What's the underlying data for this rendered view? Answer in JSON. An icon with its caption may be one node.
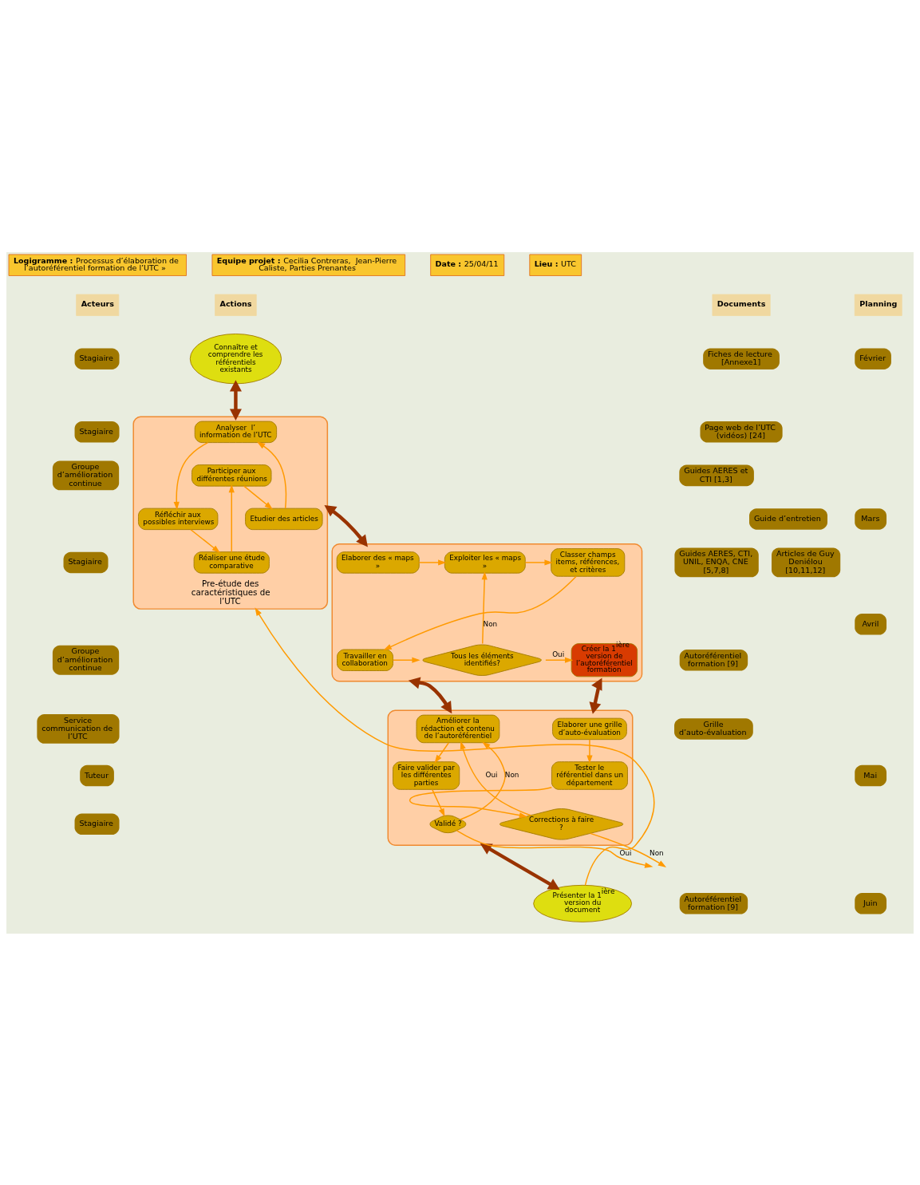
{
  "diagram": {
    "nodes": [
      {
        "text": [
          "Connaître et comprendre les référentiels existants"
        ]
      },
      {
        "text": [
          "Pre-étude des caractéristiques de l’UTC"
        ]
      },
      {
        "text": [
          "Analyser  l’ information de l’UTC"
        ],
        "in": 1
      },
      {
        "text": [
          "Réfléchir aux possibles interviews"
        ],
        "in": 1
      },
      {
        "text": [
          "Réaliser une étude comparative"
        ],
        "in": 1
      },
      {
        "text": [
          "Participer aux différentes réunions"
        ],
        "in": 1
      },
      {
        "text": [
          "Etudier des articles"
        ],
        "in": 1
      },
      {
        "text": [],
        "shape": "box"
      },
      {
        "text": [
          "Elaborer des « maps »"
        ],
        "in": 7
      },
      {
        "text": [
          "Exploiter les « maps »"
        ],
        "in": 7
      },
      {
        "text": [
          "Classer champs items, références, et critères"
        ],
        "in": 7
      },
      {
        "text": [
          "Travailler en collaboration"
        ],
        "in": 7
      },
      {
        "text": [
          "Tous les éléments identifiés?"
        ],
        "in": 7
      },
      {
        "text": [
          "Créer la 1$^{ière}$ version de l’autoréférentiel formation"
        ],
        "in": 7
      },
      {
        "text": [],
        "shape": "box"
      },
      {
        "text": [
          "Améliorer la rédaction et contenu de l’autoréférentiel"
        ],
        "in": 14
      },
      {
        "text": [
          "Faire valider par les différentes parties"
        ],
        "in": 14
      },
      {
        "text": [
          "Validé ?"
        ],
        "in": 14
      },
      {
        "text": [
          "Elaborer une grille d’auto-évaluation"
        ],
        "in": 14
      },
      {
        "text": [
          "Tester le référentiel dans un département"
        ],
        "in": 14
      },
      {
        "text": [
          "Corrections à faire ?"
        ],
        "in": 14
      },
      {
        "text": [
          "Présenter la 1$^{ière}$ version du document"
        ]
      }
    ],
    "edges": [
      {
        "from": 0,
        "to": 1,
        "arrow": "both",
        "style": "thick",
        "color": "#993300"
      },
      {
        "from": 2,
        "to": 3,
        "arrow": "to"
      },
      {
        "from": 3,
        "to": 4,
        "arrow": "to"
      },
      {
        "from": 4,
        "to": 5,
        "arrow": "to"
      },
      {
        "from": 5,
        "to": 6,
        "arrow": "to"
      },
      {
        "from": 6,
        "to": 2,
        "arrow": "to"
      },
      {
        "from": 1,
        "to": 7,
        "arrow": "both",
        "style": "thick",
        "color": "#993300"
      },
      {
        "from": 8,
        "to": 9,
        "arrow": "to"
      },
      {
        "from": 9,
        "to": 10,
        "arrow": "to"
      },
      {
        "from": 10,
        "to": 11,
        "arrow": "to"
      },
      {
        "from": 11,
        "to": 12,
        "arrow": "to"
      },
      {
        "from": 12,
        "to": 9,
        "arrow": "to",
        "label": "Non"
      },
      {
        "from": 12,
        "to": 13,
        "arrow": "to",
        "label": "Oui"
      },
      {
        "from": 7,
        "to": 14,
        "arrow": "both",
        "style": "thick",
        "color": "#993300"
      },
      {
        "from": 7,
        "to": 14,
        "arrow": "both",
        "style": "thick",
        "color": "#993300"
      },
      {
        "from": 15,
        "to": 16,
        "arrow": "to"
      },
      {
        "from": 16,
        "to": 17,
        "arrow": "to"
      },
      {
        "from": 17,
        "to": 15,
        "arrow": "to",
        "label": "Non"
      },
      {
        "from": 17,
        "to": null,
        "arrow": "to",
        "label": "Oui"
      },
      {
        "from": 18,
        "to": 19,
        "arrow": "to"
      },
      {
        "from": 19,
        "to": 20,
        "arrow": "to"
      },
      {
        "from": 20,
        "to": 15,
        "arrow": "to",
        "label": "Oui"
      },
      {
        "from": 20,
        "to": null,
        "arrow": "to",
        "label": "Non"
      },
      {
        "from": 14,
        "to": 21,
        "arrow": "both",
        "style": "thick",
        "color": "#993300"
      },
      {
        "from": 21,
        "to": 1,
        "arrow": "to"
      }
    ],
    "labels": [
      "**Logigramme :** Processus d’élaboration de l’autoréférentiel formation de l’UTC »",
      "**Equipe projet :** Cecilia Contreras,  Jean-Pierre Caliste, Parties Prenantes",
      "**Date :** 25/04/11",
      "**Lieu :** UTC",
      "Acteurs",
      "Actions",
      "Documents",
      "Planning",
      "Stagiaire",
      "Fiches de lecture [Annexe1]",
      "Février",
      "Stagiaire",
      "Page web de l’UTC (vidéos) [24]",
      "Guide d’entretien",
      "Mars",
      "Articles de Guy Deniélou [10,11,12]",
      "Groupe d’amélioration continue",
      "Guides AERES et CTI [1,3]",
      "Stagiaire",
      "Guides AERES, CTI, UNIL, ENQA, CNE [5,7,8]",
      "Groupe d’amélioration continue",
      "Autoréférentiel formation [9]",
      "Avril",
      "Service communication de l’UTC",
      "Grille d’auto-évaluation",
      "Tuteur",
      "Stagiaire",
      "Mai",
      "Autoréférentiel formation [9]",
      "Juin"
    ]
  }
}
